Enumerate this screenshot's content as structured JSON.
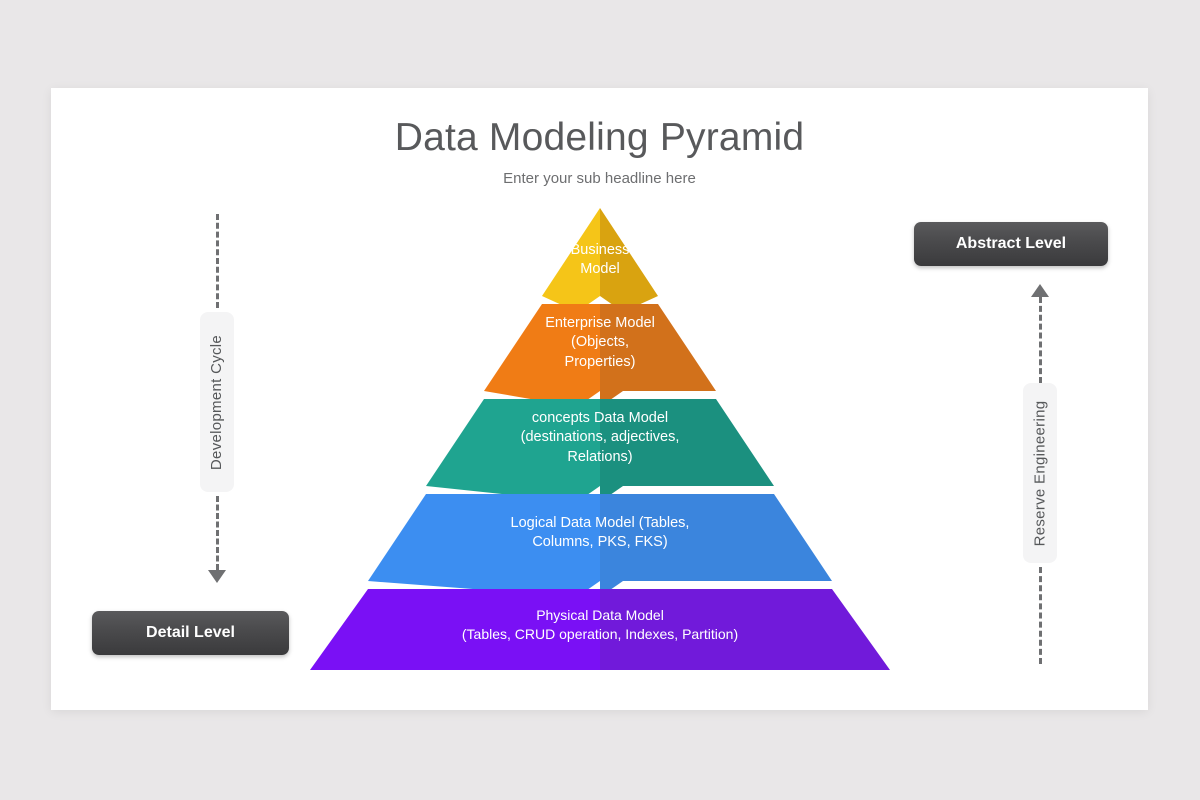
{
  "canvas": {
    "background_color": "#e9e7e8",
    "card_color": "#ffffff"
  },
  "header": {
    "title": "Data Modeling Pyramid",
    "subtitle": "Enter your sub headline here"
  },
  "left_rail": {
    "axis_label": "Development Cycle",
    "arrow_direction": "down",
    "button_label": "Detail Level"
  },
  "right_rail": {
    "axis_label": "Reserve Engineering",
    "arrow_direction": "up",
    "button_label": "Abstract Level"
  },
  "chart_data": {
    "type": "pyramid",
    "title": "Data Modeling Pyramid",
    "subtitle": "Enter your sub headline here",
    "orientation": "apex-up",
    "level_count": 5,
    "left_axis": {
      "label": "Development Cycle",
      "direction": "down",
      "endpoint": "Detail Level"
    },
    "right_axis": {
      "label": "Reserve Engineering",
      "direction": "up",
      "endpoint": "Abstract Level"
    },
    "levels": [
      {
        "rank": 1,
        "position": "top",
        "label": "Business\nModel",
        "color_left": "#f5c518",
        "color_right": "#d9a310"
      },
      {
        "rank": 2,
        "position": "upper-middle",
        "label": "Enterprise Model\n(Objects,\nProperties)",
        "color_left": "#f07c15",
        "color_right": "#d2711b"
      },
      {
        "rank": 3,
        "position": "middle",
        "label": "concepts Data Model\n(destinations, adjectives,\nRelations)",
        "color_left": "#1fa490",
        "color_right": "#1b907f"
      },
      {
        "rank": 4,
        "position": "lower-middle",
        "label": "Logical Data Model (Tables,\nColumns, PKS, FKS)",
        "color_left": "#3c8ef1",
        "color_right": "#3b85dd"
      },
      {
        "rank": 5,
        "position": "bottom",
        "label": "Physical Data Model\n(Tables, CRUD operation, Indexes, Partition)",
        "color_left": "#7a10f5",
        "color_right": "#711ada"
      }
    ]
  }
}
